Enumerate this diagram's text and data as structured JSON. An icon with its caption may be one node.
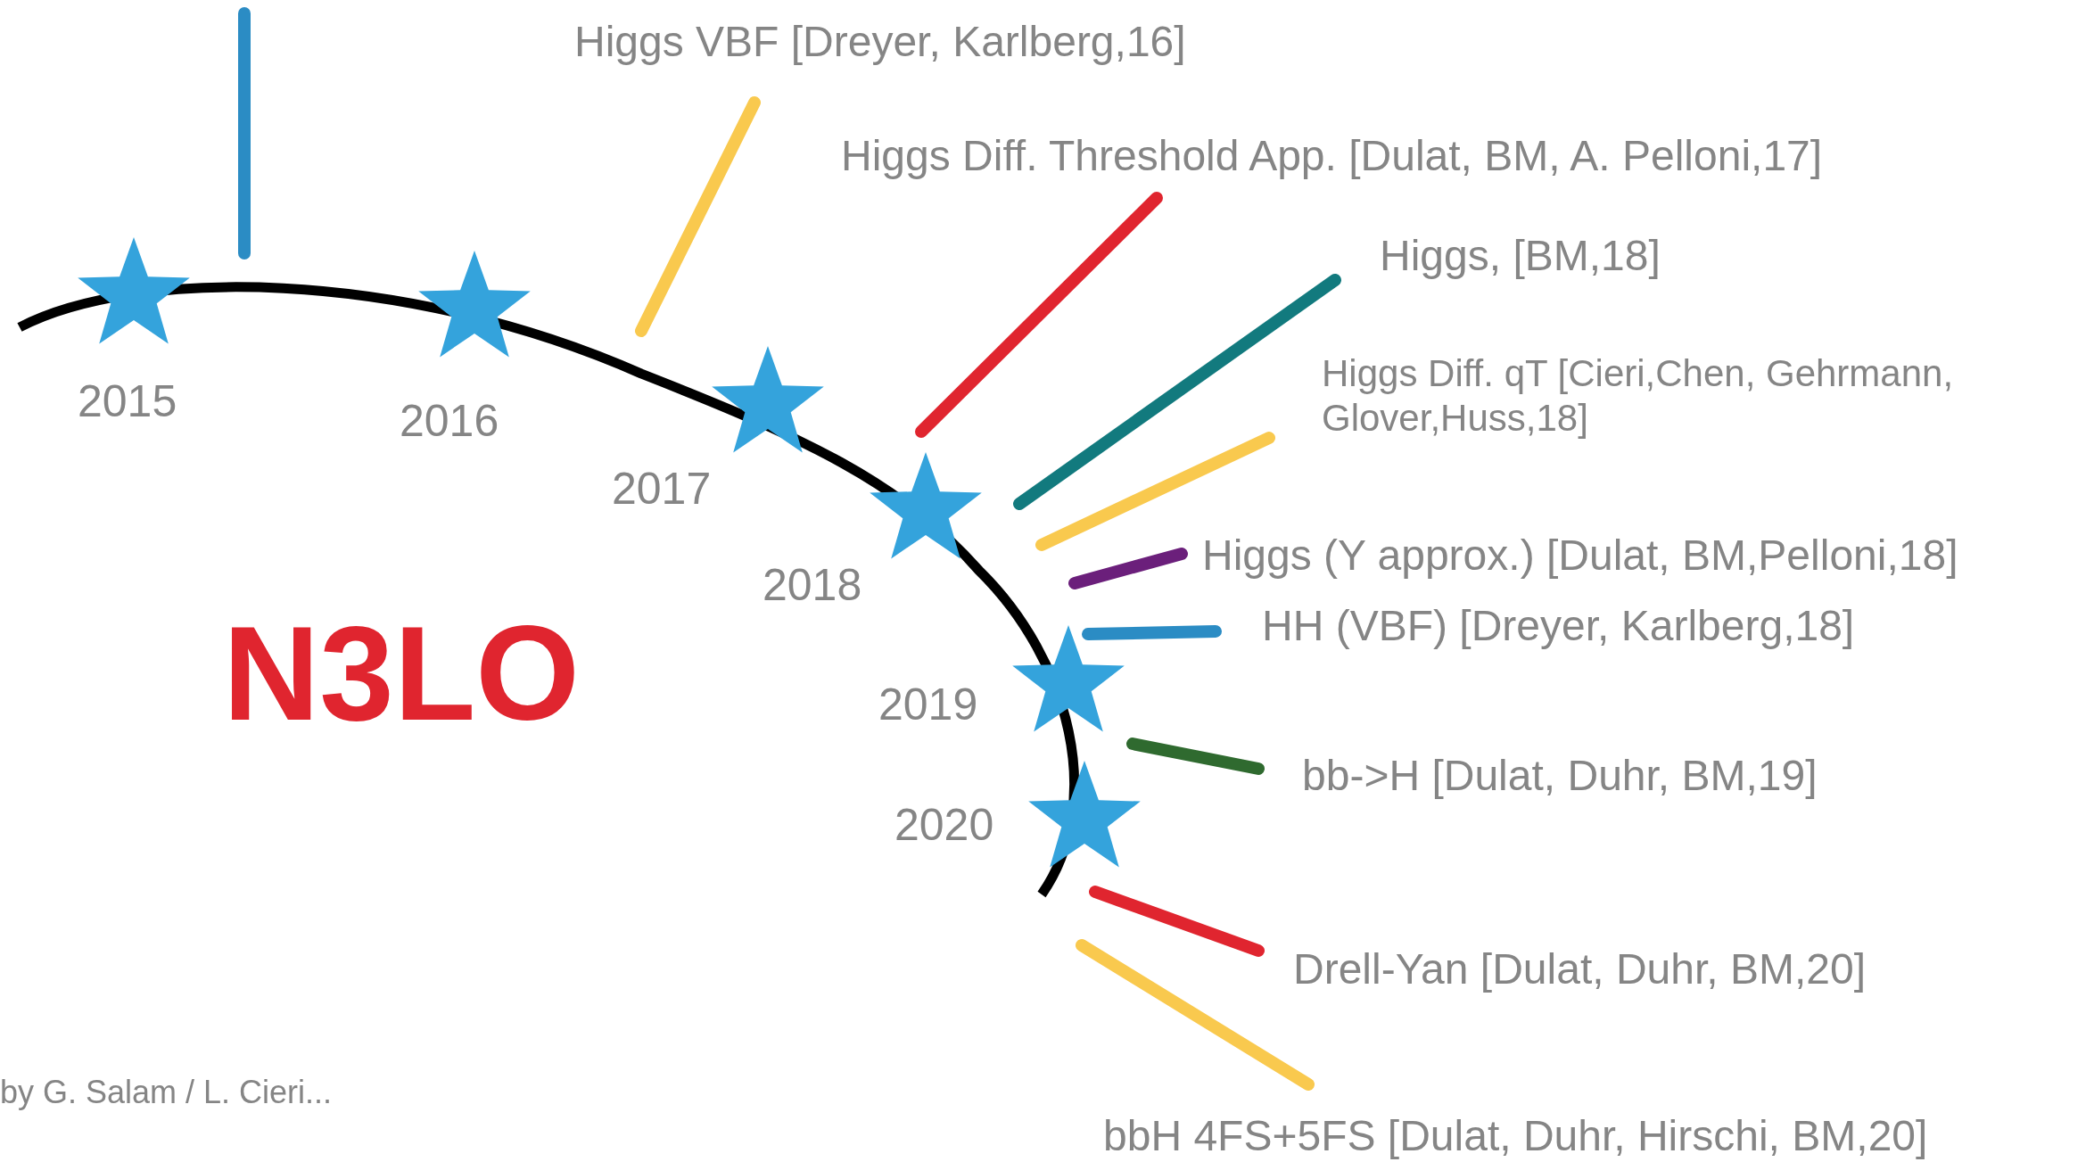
{
  "diagram": {
    "title": "N3LO",
    "labels": [
      "Higgs VBF [Dreyer, Karlberg,16]",
      "Higgs Diff. Threshold App. [Dulat, BM, A. Pelloni,17]",
      "Higgs, [BM,18]",
      "2015",
      "2016",
      "Higgs Diff. qT [Cieri,Chen, Gehrmann, Glover,Huss,18]",
      "2017",
      "Higgs (Y approx.) [Dulat, BM,Pelloni,18]",
      "2018",
      "HH (VBF) [Dreyer, Karlberg,18]",
      "2019",
      "bb->H [Dulat, Duhr, BM,19]",
      "2020",
      "Drell-Yan [Dulat, Duhr, BM,20]",
      "by G. Salam / L. Cieri...",
      "bbH 4FS+5FS [Dulat, Duhr, Hirschi, BM,20]"
    ]
  }
}
